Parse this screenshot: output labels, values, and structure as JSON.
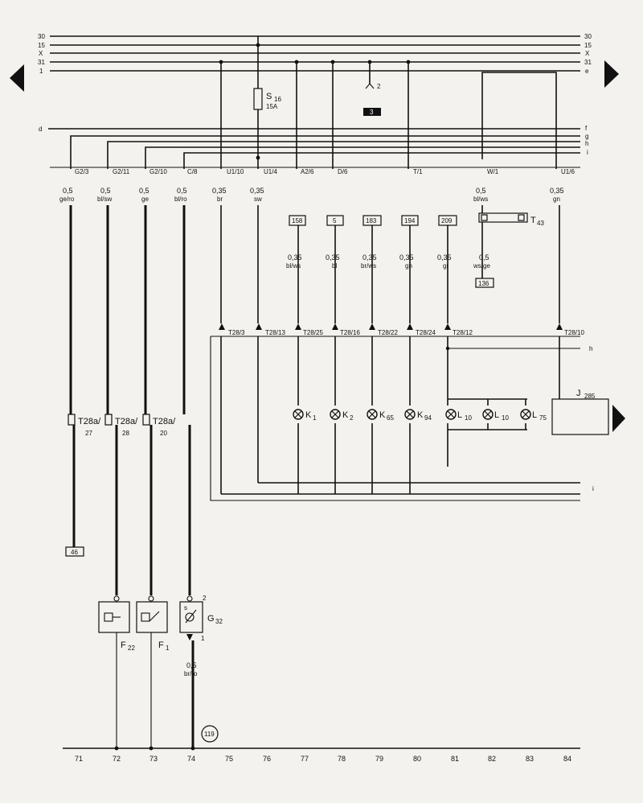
{
  "bus_labels": {
    "l30": "30",
    "l15": "15",
    "lX": "X",
    "l31": "31",
    "l1": "1",
    "r30": "30",
    "r15": "15",
    "rX": "X",
    "r31": "31",
    "re": "e"
  },
  "left_letters": {
    "d": "d"
  },
  "right_letters": {
    "f": "f",
    "g": "g",
    "h": "h",
    "i": "i"
  },
  "fuse": {
    "label": "S",
    "sub": "16",
    "rating": "15A"
  },
  "ground_num": "2",
  "ref_box_top": "3",
  "connectors_top": [
    "G2/3",
    "G2/11",
    "G2/10",
    "C/8",
    "U1/10",
    "U1/4",
    "A2/6",
    "D/6",
    "T/1",
    "W/1",
    "U1/6"
  ],
  "wires_top": [
    {
      "size": "0,5",
      "color": "ge/ro"
    },
    {
      "size": "0,5",
      "color": "bl/sw"
    },
    {
      "size": "0,5",
      "color": "ge"
    },
    {
      "size": "0,5",
      "color": "bl/ro"
    },
    {
      "size": "0,35",
      "color": "br"
    },
    {
      "size": "0,35",
      "color": "sw"
    },
    {
      "size": "0,5",
      "color": "bl/ws"
    },
    {
      "size": "0,35",
      "color": "gn"
    }
  ],
  "ref_boxes": [
    "158",
    "5",
    "183",
    "194",
    "209"
  ],
  "wires_mid": [
    {
      "size": "0,35",
      "color": "bl/ws"
    },
    {
      "size": "0,35",
      "color": "bl"
    },
    {
      "size": "0,35",
      "color": "br/ws"
    },
    {
      "size": "0,35",
      "color": "gn"
    },
    {
      "size": "0,35",
      "color": "gr"
    }
  ],
  "t43": {
    "label": "T",
    "sub": "43"
  },
  "t43_wire": {
    "size": "0,5",
    "color": "ws/ge",
    "ref": "136"
  },
  "t28_connectors": [
    "T28/3",
    "T28/13",
    "T28/25",
    "T28/16",
    "T28/22",
    "T28/24",
    "T28/12",
    "T28/10"
  ],
  "h_label": "h",
  "i_label": "i",
  "lamps": [
    {
      "name": "K",
      "sub": "1"
    },
    {
      "name": "K",
      "sub": "2"
    },
    {
      "name": "K",
      "sub": "65"
    },
    {
      "name": "K",
      "sub": "94"
    },
    {
      "name": "L",
      "sub": "10"
    },
    {
      "name": "L",
      "sub": "10"
    },
    {
      "name": "L",
      "sub": "75"
    }
  ],
  "control_unit": {
    "name": "J",
    "sub": "285"
  },
  "t28a": [
    {
      "label": "T28a/",
      "pin": "27"
    },
    {
      "label": "T28a/",
      "pin": "28"
    },
    {
      "label": "T28a/",
      "pin": "20"
    }
  ],
  "ref_box_46": "46",
  "sensors": [
    {
      "name": "F",
      "sub": "22"
    },
    {
      "name": "F",
      "sub": "1"
    },
    {
      "name": "G",
      "sub": "32"
    }
  ],
  "g32_pins": {
    "p2": "2",
    "p1": "1",
    "s": "s"
  },
  "g32_wire": {
    "size": "0,5",
    "color": "br/ro"
  },
  "ground_ref": "119",
  "bottom_numbers": [
    "71",
    "72",
    "73",
    "74",
    "75",
    "76",
    "77",
    "78",
    "79",
    "80",
    "81",
    "82",
    "83",
    "84"
  ]
}
